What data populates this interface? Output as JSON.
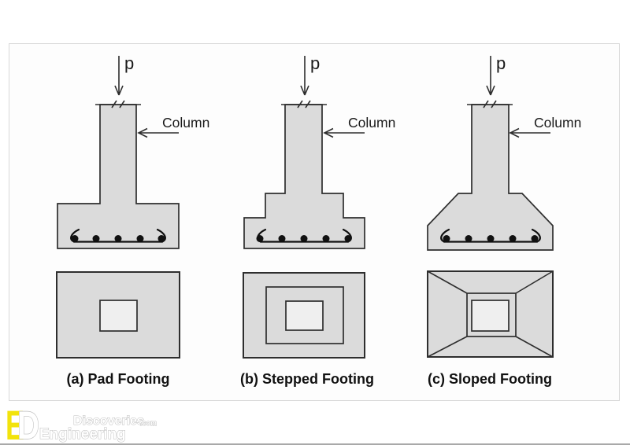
{
  "colors": {
    "fill": "#dbdbdb",
    "fill_light": "#efefef",
    "stroke": "#2e2e2e",
    "rebar": "#111111",
    "text": "#1a1a1a",
    "caption": "#111111",
    "panel_border": "#d8d8d8",
    "logo_yellow": "#f2e30c",
    "logo_outline": "#bdbdbd"
  },
  "figures": [
    {
      "id": "a",
      "load_label": "p",
      "column_label": "Column",
      "caption": "(a) Pad Footing"
    },
    {
      "id": "b",
      "load_label": "p",
      "column_label": "Column",
      "caption": "(b) Stepped Footing"
    },
    {
      "id": "c",
      "load_label": "p",
      "column_label": "Column",
      "caption": "(c) Sloped Footing"
    }
  ],
  "logo": {
    "letter_e": "E",
    "letter_d": "D",
    "word_top": "Discoveries",
    "word_top_suffix": ".com",
    "word_bottom": "Engineering"
  }
}
